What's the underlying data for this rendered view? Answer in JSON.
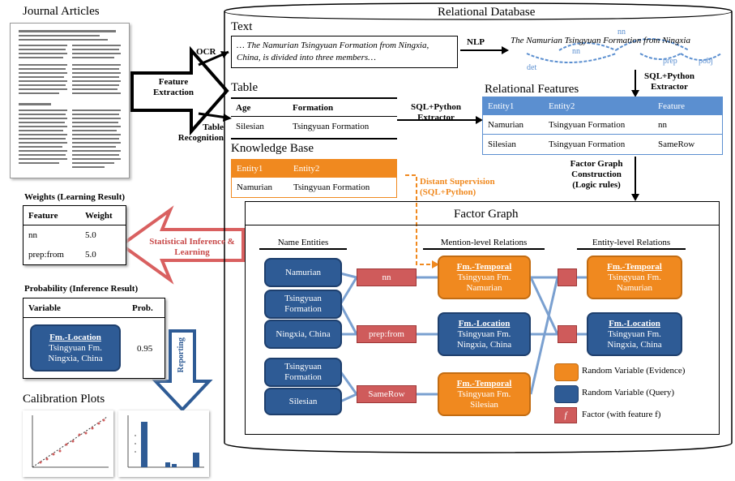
{
  "journal": {
    "title": "Journal Articles"
  },
  "arrows": {
    "ocr": "OCR",
    "feature_extraction": "Feature Extraction",
    "table_recognition": "Table Recognition",
    "nlp": "NLP",
    "sql_python_extractor_1": "SQL+Python Extractor",
    "sql_python_extractor_2": "SQL+Python Extractor",
    "factor_graph_construction": "Factor Graph Construction (Logic rules)",
    "distant_supervision": "Distant Supervision (SQL+Python)",
    "statistical_inference": "Statistical Inference & Learning",
    "reporting": "Reporting"
  },
  "db": {
    "title": "Relational Database"
  },
  "text_section": {
    "title": "Text",
    "quote": "… The Namurian Tsingyuan Formation from Ningxia, China, is divided into three members…",
    "parsed": "The Namurian Tsingyuan Formation from Ningxia",
    "dep_labels": [
      "nn",
      "nn",
      "det",
      "prep",
      "pobj"
    ]
  },
  "table_section": {
    "title": "Table",
    "headers": [
      "Age",
      "Formation"
    ],
    "rows": [
      [
        "Silesian",
        "Tsingyuan Formation"
      ]
    ]
  },
  "relational_features": {
    "title": "Relational Features",
    "headers": [
      "Entity1",
      "Entity2",
      "Feature"
    ],
    "rows": [
      [
        "Namurian",
        "Tsingyuan Formation",
        "nn"
      ],
      [
        "Silesian",
        "Tsingyuan Formation",
        "SameRow"
      ]
    ]
  },
  "knowledge_base": {
    "title": "Knowledge Base",
    "headers": [
      "Entity1",
      "Entity2"
    ],
    "rows": [
      [
        "Namurian",
        "Tsingyuan Formation"
      ]
    ]
  },
  "weights": {
    "title": "Weights (Learning Result)",
    "headers": [
      "Feature",
      "Weight"
    ],
    "rows": [
      [
        "nn",
        "5.0"
      ],
      [
        "prep:from",
        "5.0"
      ]
    ]
  },
  "probability": {
    "title": "Probability (Inference Result)",
    "headers": [
      "Variable",
      "Prob."
    ],
    "var_title": "Fm.-Location",
    "var_line1": "Tsingyuan Fm.",
    "var_line2": "Ningxia, China",
    "prob": "0.95"
  },
  "calibration": {
    "title": "Calibration Plots"
  },
  "factor_graph": {
    "title": "Factor Graph",
    "col_names": "Name Entities",
    "col_mention": "Mention-level Relations",
    "col_entity": "Entity-level Relations",
    "entities": [
      "Namurian",
      "Tsingyuan Formation",
      "Ningxia, China",
      "Tsingyuan Formation",
      "Silesian"
    ],
    "factors": [
      "nn",
      "prep:from",
      "SameRow"
    ],
    "mention_rel": [
      {
        "title": "Fm.-Temporal",
        "l1": "Tsingyuan Fm.",
        "l2": "Namurian"
      },
      {
        "title": "Fm.-Location",
        "l1": "Tsingyuan Fm.",
        "l2": "Ningxia, China"
      },
      {
        "title": "Fm.-Temporal",
        "l1": "Tsingyuan Fm.",
        "l2": "Silesian"
      }
    ],
    "entity_rel": [
      {
        "title": "Fm.-Temporal",
        "l1": "Tsingyuan Fm.",
        "l2": "Namurian"
      },
      {
        "title": "Fm.-Location",
        "l1": "Tsingyuan Fm.",
        "l2": "Ningxia, China"
      }
    ],
    "legend": [
      "Random Variable (Evidence)",
      "Random Variable (Query)",
      "Factor (with feature f)"
    ],
    "legend_f": "f"
  },
  "colors": {
    "blue": "#2e5b95",
    "orange": "#f0891f",
    "factor_red": "#cf5b5b",
    "header_blue": "#5b8fd0"
  }
}
